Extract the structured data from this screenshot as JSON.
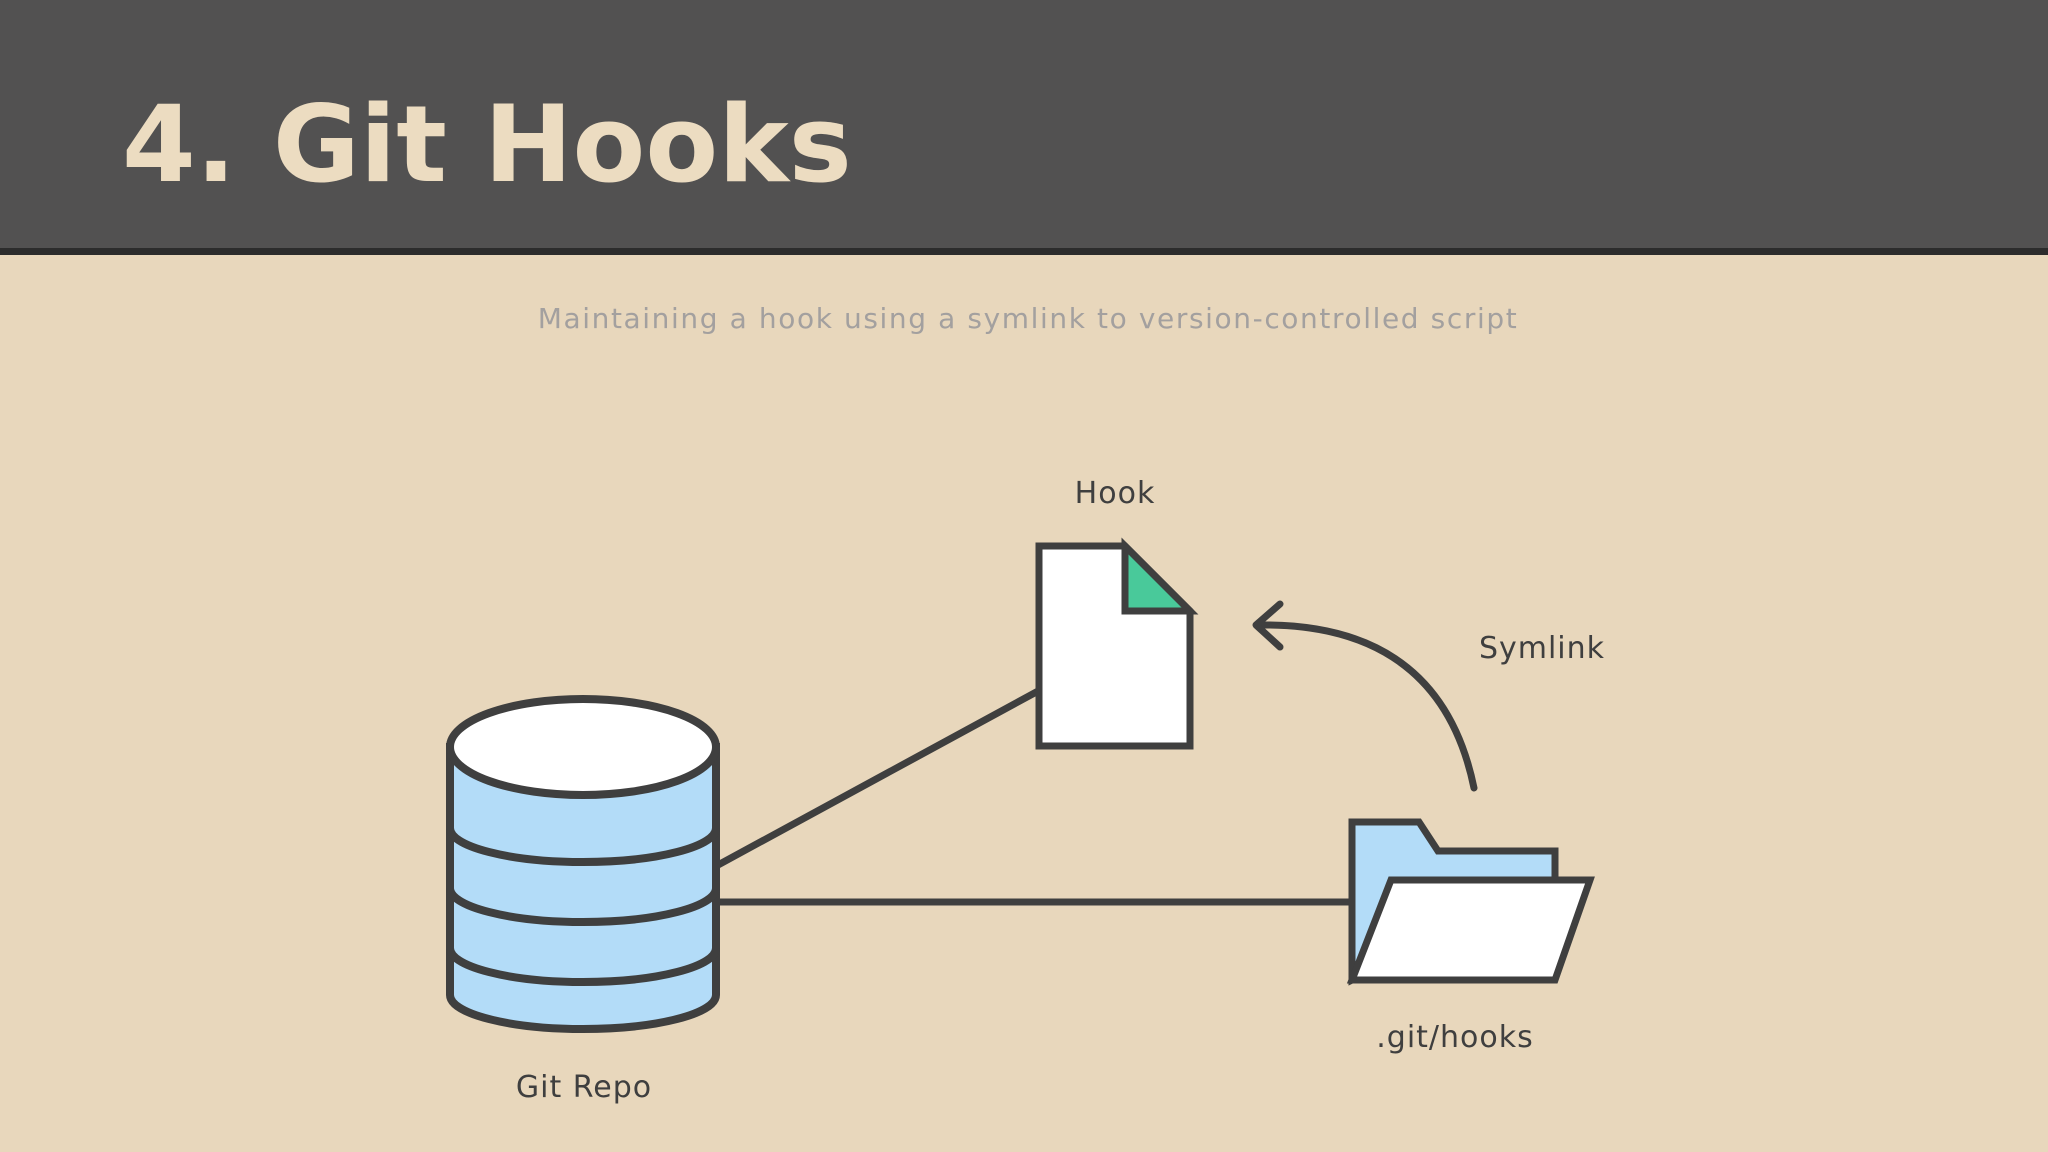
{
  "slide": {
    "title": "4. Git Hooks",
    "subtitle": "Maintaining a hook using a symlink to version-controlled script"
  },
  "diagram": {
    "nodes": {
      "hook": {
        "label": "Hook",
        "icon": "document-icon"
      },
      "repo": {
        "label": "Git Repo",
        "icon": "database-icon"
      },
      "hooks_folder": {
        "label": ".git/hooks",
        "icon": "folder-icon"
      }
    },
    "arrow_label": "Symlink"
  },
  "colors": {
    "background": "#e8d7bc",
    "header": "#525151",
    "title": "#ecdcc1",
    "subtitle": "#a3a09f",
    "stroke": "#3f3f3f",
    "database_fill": "#b3dcf8",
    "document_corner": "#49c99a",
    "white": "#ffffff"
  }
}
